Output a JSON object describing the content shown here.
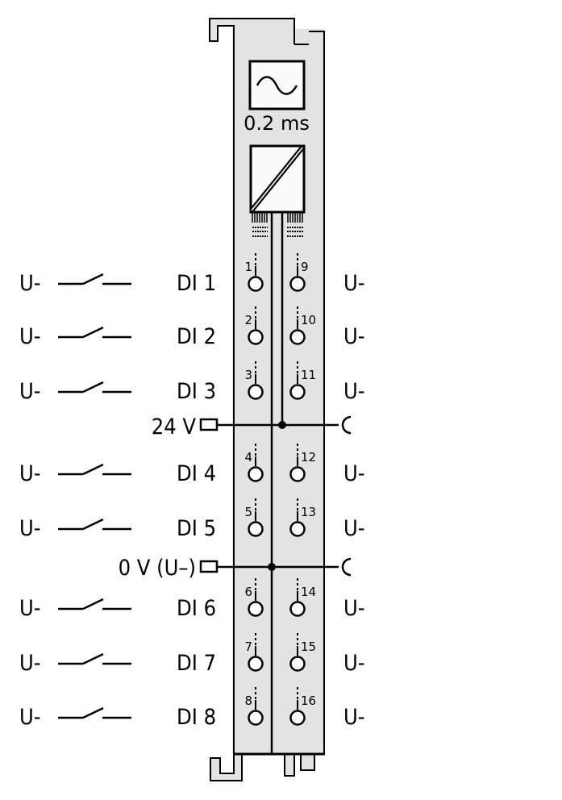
{
  "module": {
    "body_color": "#e3e3e3",
    "stroke_color": "#000000",
    "filter_label": "0.2 ms",
    "filter_icon": "sine-wave-icon",
    "isolation_icon": "galvanic-isolation-icon"
  },
  "left_inputs": [
    {
      "label": "DI 1",
      "source": "U-",
      "terminal": "1"
    },
    {
      "label": "DI 2",
      "source": "U-",
      "terminal": "2"
    },
    {
      "label": "DI 3",
      "source": "U-",
      "terminal": "3"
    },
    {
      "label": "DI 4",
      "source": "U-",
      "terminal": "4"
    },
    {
      "label": "DI 5",
      "source": "U-",
      "terminal": "5"
    },
    {
      "label": "DI 6",
      "source": "U-",
      "terminal": "6"
    },
    {
      "label": "DI 7",
      "source": "U-",
      "terminal": "7"
    },
    {
      "label": "DI 8",
      "source": "U-",
      "terminal": "8"
    }
  ],
  "right_terminals": [
    {
      "terminal": "9",
      "label": "U-"
    },
    {
      "terminal": "10",
      "label": "U-"
    },
    {
      "terminal": "11",
      "label": "U-"
    },
    {
      "terminal": "12",
      "label": "U-"
    },
    {
      "terminal": "13",
      "label": "U-"
    },
    {
      "terminal": "14",
      "label": "U-"
    },
    {
      "terminal": "15",
      "label": "U-"
    },
    {
      "terminal": "16",
      "label": "U-"
    }
  ],
  "power_rails": [
    {
      "label": "24 V"
    },
    {
      "label": "0 V (U–)"
    }
  ]
}
